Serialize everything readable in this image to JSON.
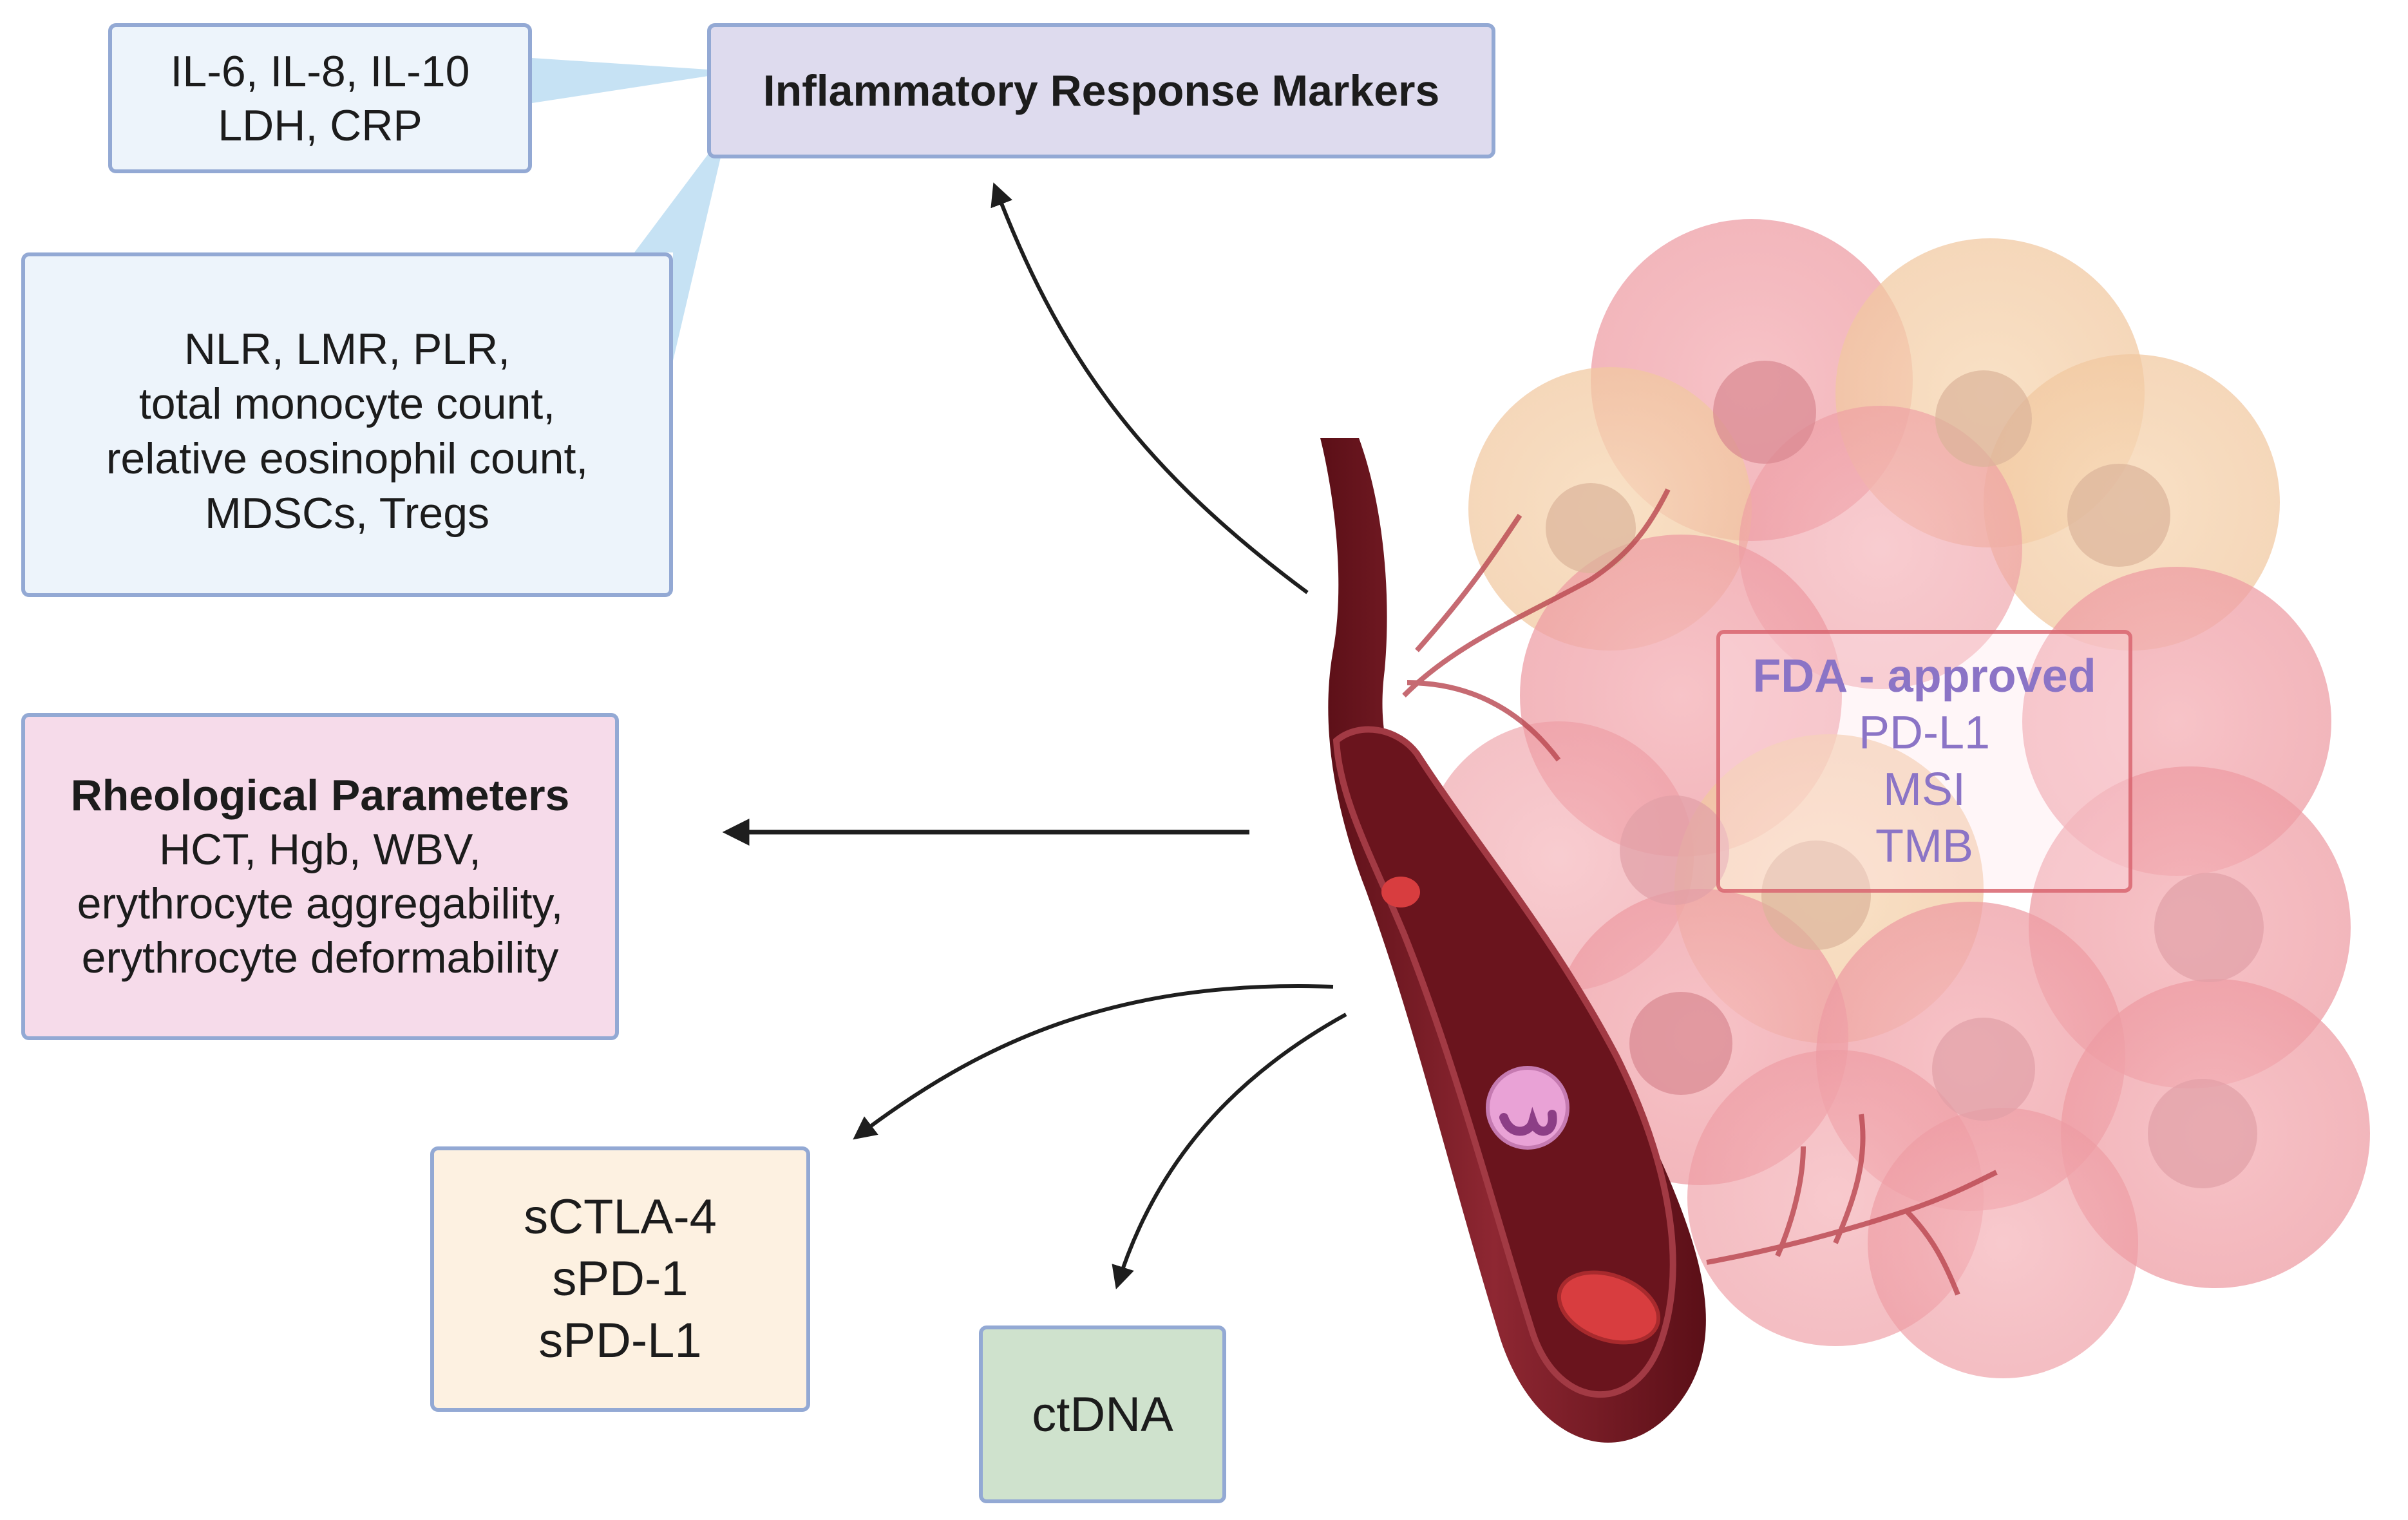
{
  "inflammatory": {
    "title": "Inflammatory Response Markers"
  },
  "cytokines": {
    "line1": "IL-6, IL-8, IL-10",
    "line2": "LDH, CRP"
  },
  "cell_markers": {
    "line1": "NLR, LMR, PLR,",
    "line2": "total monocyte count,",
    "line3": "relative eosinophil count,",
    "line4": "MDSCs, Tregs"
  },
  "rheological": {
    "title": "Rheological Parameters",
    "line1": "HCT, Hgb, WBV,",
    "line2": "erythrocyte aggregability,",
    "line3": "erythrocyte deformability"
  },
  "soluble": {
    "line1": "sCTLA-4",
    "line2": "sPD-1",
    "line3": "sPD-L1"
  },
  "ctdna": {
    "label": "ctDNA"
  },
  "fda": {
    "title": "FDA - approved",
    "line1": "PD-L1",
    "line2": "MSI",
    "line3": "TMB"
  },
  "colors": {
    "inflammatory_fill": "#dedbee",
    "marker_fill": "#edf4fb",
    "rheological_fill": "#f6dbea",
    "soluble_fill": "#fdf1e1",
    "ctdna_fill": "#cfe2cd",
    "box_border": "#93a9d4",
    "fda_text": "#8b74c6",
    "vessel": "#7b1e28",
    "tumor_pink": "#f2aab0",
    "tumor_peach": "#f5cfa6"
  }
}
